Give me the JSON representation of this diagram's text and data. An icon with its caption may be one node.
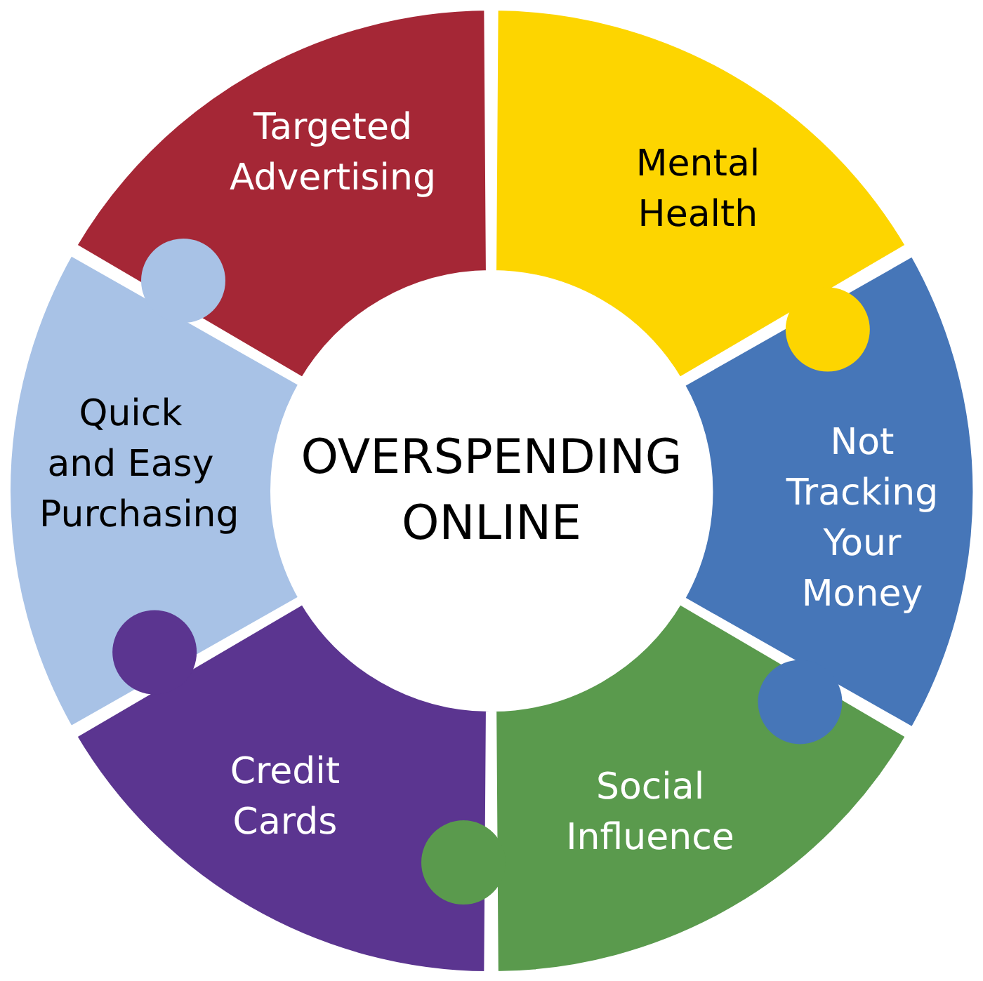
{
  "diagram": {
    "nodes": [
      {
        "text": [
          "OVERSPENDING ONLINE"
        ]
      },
      {
        "text": [
          "Targeted Advertising"
        ]
      },
      {
        "text": [
          "Mental Health"
        ]
      },
      {
        "text": [
          "Not Tracking Your Money"
        ]
      },
      {
        "text": [
          "Social Influence"
        ]
      },
      {
        "text": [
          "Credit Cards"
        ]
      },
      {
        "text": [
          "Quick and Easy Purchasing"
        ]
      }
    ]
  }
}
